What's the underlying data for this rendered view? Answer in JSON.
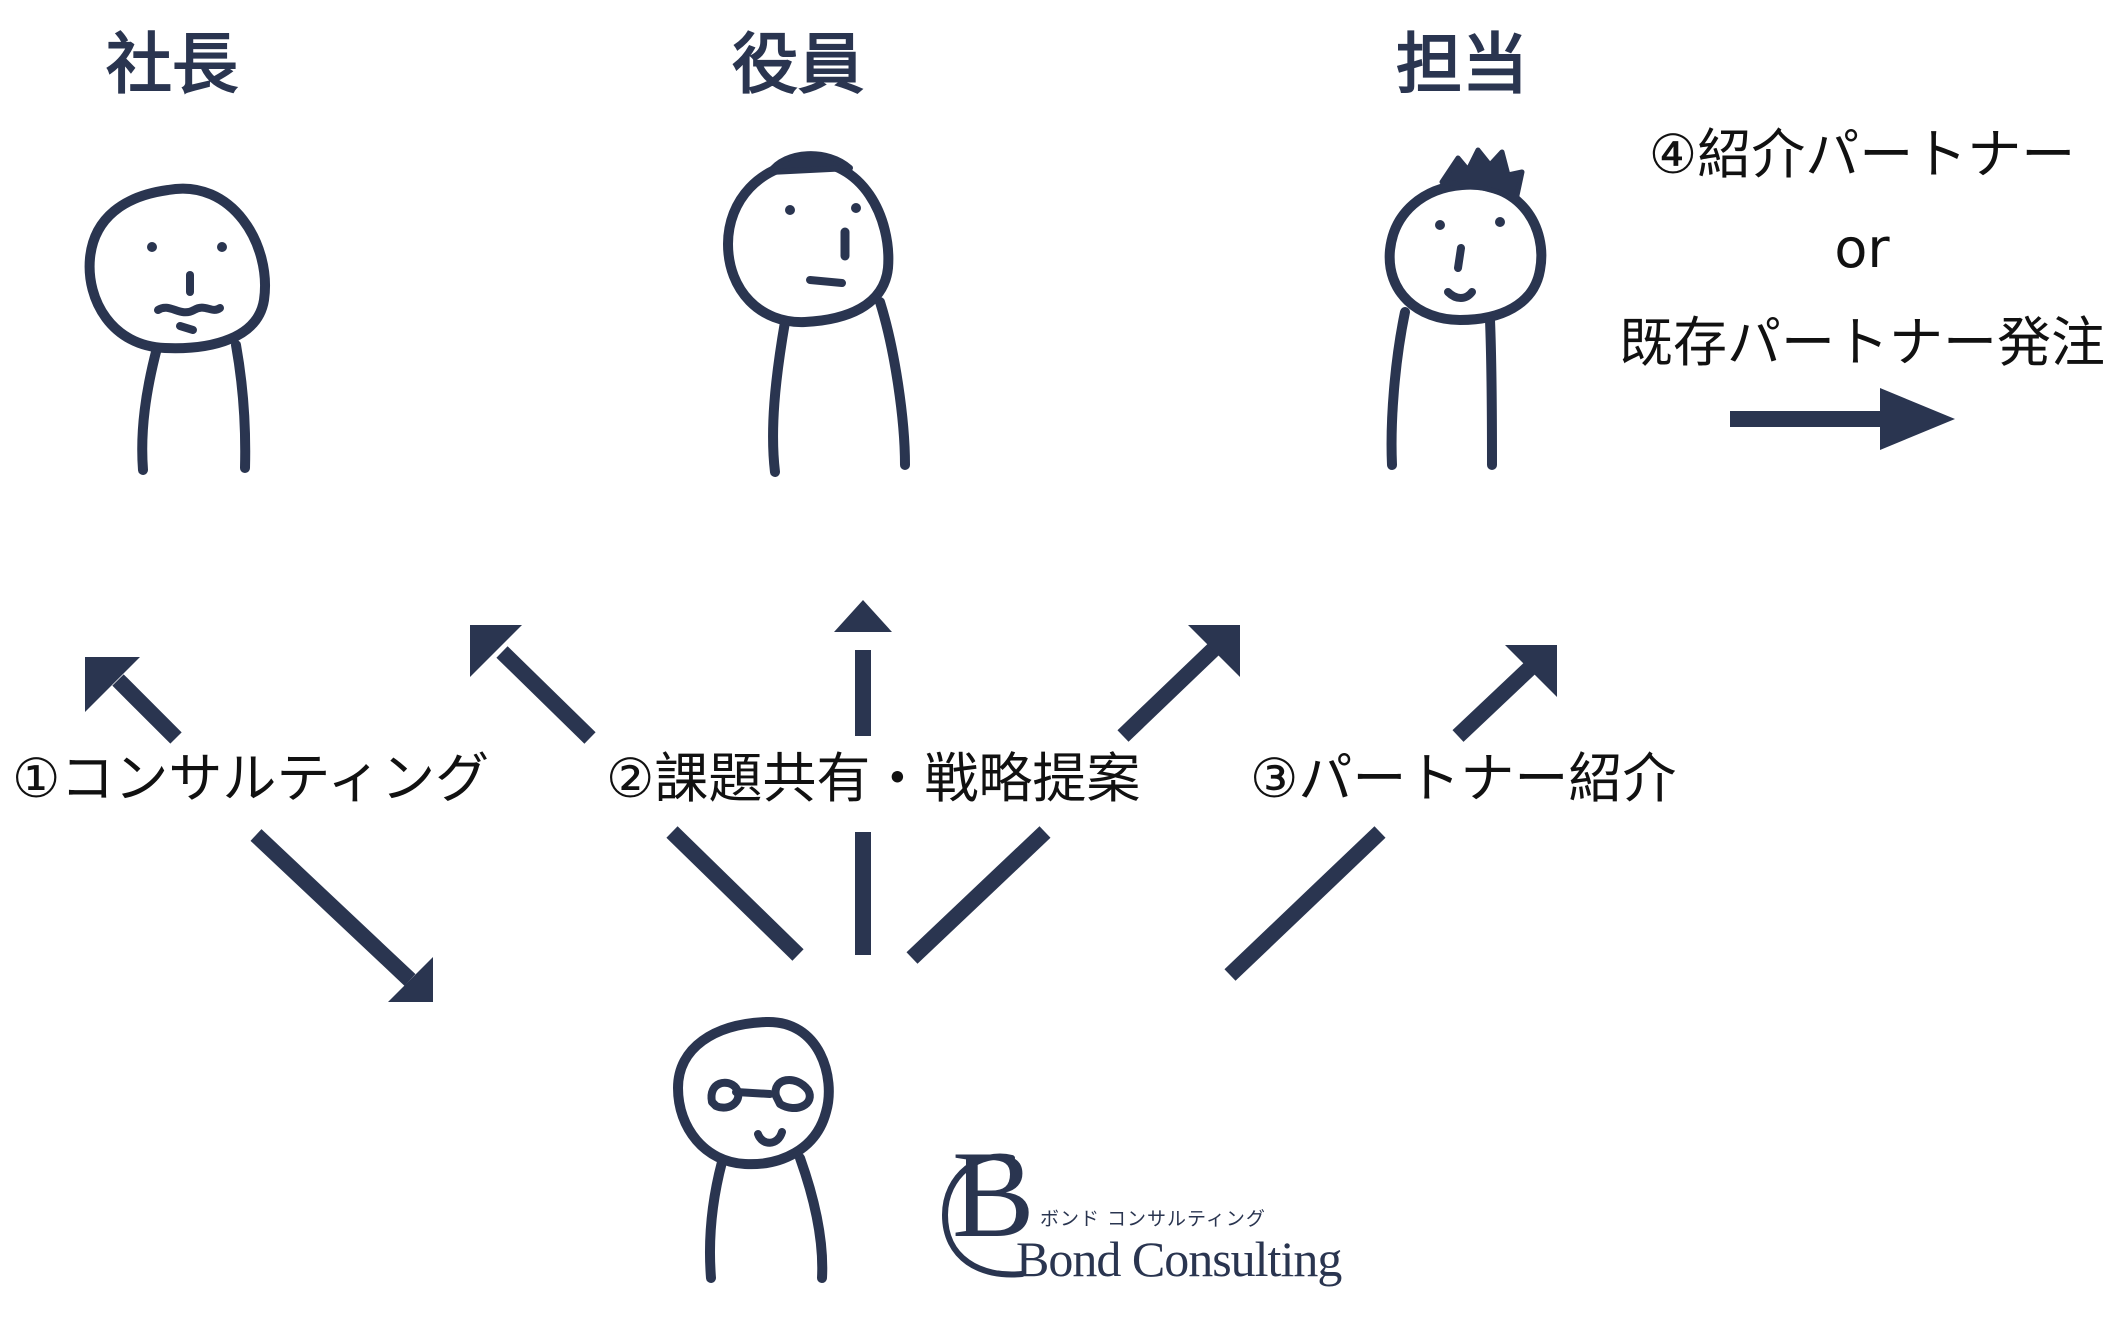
{
  "roles": {
    "president": "社長",
    "executive": "役員",
    "staff": "担当"
  },
  "flows": {
    "consulting": "①コンサルティング",
    "proposal": "②課題共有・戦略提案",
    "partner_intro": "③パートナー紹介"
  },
  "order": {
    "line1": "④紹介パートナー",
    "line2": "or",
    "line3": "既存パートナー発注"
  },
  "brand": {
    "mark": "B",
    "kana": "ボンド コンサルティング",
    "name": "Bond Consulting"
  },
  "colors": {
    "ink": "#2a3550",
    "text": "#111111"
  }
}
